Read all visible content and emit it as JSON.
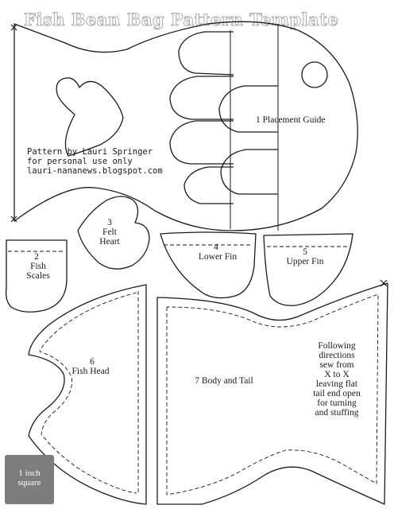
{
  "title": "Fish Bean Bag Pattern Template",
  "credit": {
    "line1": "Pattern by Lauri Springer",
    "line2": "for personal use only",
    "line3": "lauri-nananews.blogspot.com"
  },
  "pieces": {
    "placement_guide": "1  Placement Guide",
    "fish_scales": {
      "number": "2",
      "line1": "Fish",
      "line2": "Scales"
    },
    "felt_heart": {
      "number": "3",
      "line1": "Felt",
      "line2": "Heart"
    },
    "lower_fin": "4\nLower Fin",
    "lower_fin_number": "4",
    "lower_fin_name": "Lower Fin",
    "upper_fin_number": "5",
    "upper_fin_name": "Upper Fin",
    "fish_head": {
      "number": "6",
      "name": "Fish Head"
    },
    "body_tail": "7 Body and Tail"
  },
  "directions": [
    "Following",
    "directions",
    "sew from",
    "X to X",
    "leaving flat",
    "tail end open",
    "for turning",
    "and stuffing"
  ],
  "scale_square": {
    "line1": "1 inch",
    "line2": "square"
  },
  "colors": {
    "ink": "#1a1a1a",
    "square": "#7d7d7d",
    "title_outline": "#9a9a9a"
  }
}
